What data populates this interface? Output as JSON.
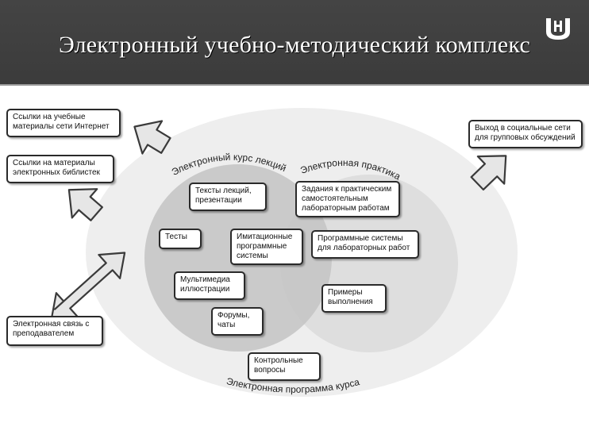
{
  "header": {
    "title": "Электронный учебно-методический комплекс"
  },
  "logo": {
    "icon": "university-logo-icon"
  },
  "colors": {
    "header_bg": "#444444",
    "outer_ellipse": "#eeeeee",
    "lecture_circle": "#c8c8c8",
    "practice_circle": "#dedede",
    "box_border": "#2a2a2a",
    "arrow_fill": "#e8e8e8"
  },
  "arcs": {
    "lectures": "Электронный курс лекций",
    "practice": "Электронная практика",
    "program": "Электронная программа курса"
  },
  "left_boxes": {
    "internet": "Ссылки на учебные материалы сети Интернет",
    "libraries": "Ссылки на материалы электронных библистек",
    "teacher": "Электронная связь с преподавателем"
  },
  "right_boxes": {
    "social": "Выход в социальные сети для групповых обсуждений"
  },
  "lecture_boxes": {
    "texts": "Тексты лекций, презентации",
    "tests": "Тесты",
    "multimedia": "Мультимедиа иллюстрации",
    "forums": "Форумы, чаты"
  },
  "overlap_boxes": {
    "simulation": "Имитационные программные системы"
  },
  "practice_boxes": {
    "tasks": "Задания к практическим самостоятельным лабораторным работам",
    "software": "Программные системы для лабораторных работ",
    "examples": "Примеры выполнения"
  },
  "program_boxes": {
    "control": "Контрольные вопросы"
  }
}
